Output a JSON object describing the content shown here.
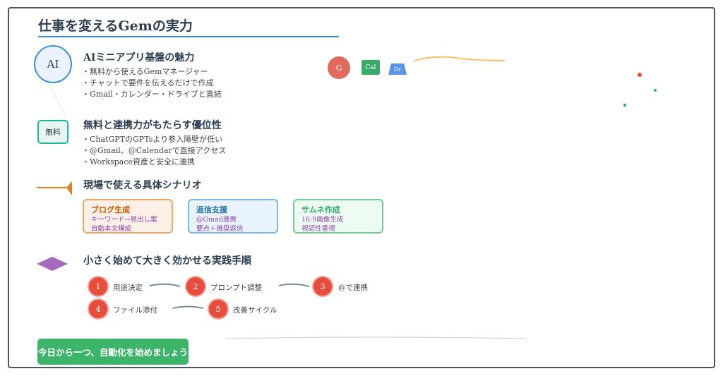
{
  "title": "仕事を変えるGemの実力",
  "sections": [
    {
      "icon": "AI",
      "heading": "AIミニアプリ基盤の魅力",
      "items": [
        "無料から使えるGemマネージャー",
        "チャットで要件を伝えるだけで作成",
        "Gmail・カレンダー・ドライブと直結"
      ]
    },
    {
      "icon": "無料",
      "heading": "無料と連携力がもたらす優位性",
      "items": [
        "ChatGPTのGPTsより参入障壁が低い",
        "@Gmail、@Calendarで直接アクセス",
        "Workspace資産と安全に連携"
      ]
    },
    {
      "heading": "現場で使える具体シナリオ"
    },
    {
      "heading": "小さく始めて大きく効かせる実践手順"
    }
  ],
  "apps": [
    "G",
    "Cal",
    "Dr"
  ],
  "cards": [
    {
      "title": "ブログ生成",
      "lines": [
        "キーワード→見出し案",
        "自動本文構成"
      ],
      "color": "#e67e22",
      "bg": "#fdf0e6"
    },
    {
      "title": "返信支援",
      "lines": [
        "@Gmail連携",
        "要点＋推奨返信"
      ],
      "color": "#3498db",
      "bg": "#e8f3fd"
    },
    {
      "title": "サムネ作成",
      "lines": [
        "16:9画像生成",
        "視認性重視"
      ],
      "color": "#27ae60",
      "bg": "#eafaf0"
    }
  ],
  "steps": [
    {
      "num": "1",
      "label": "用途決定"
    },
    {
      "num": "2",
      "label": "プロンプト調整"
    },
    {
      "num": "3",
      "label": "@で連携"
    },
    {
      "num": "4",
      "label": "ファイル添付"
    },
    {
      "num": "5",
      "label": "改善サイクル"
    }
  ],
  "cta": "今日から一つ、自動化を始めましょう"
}
